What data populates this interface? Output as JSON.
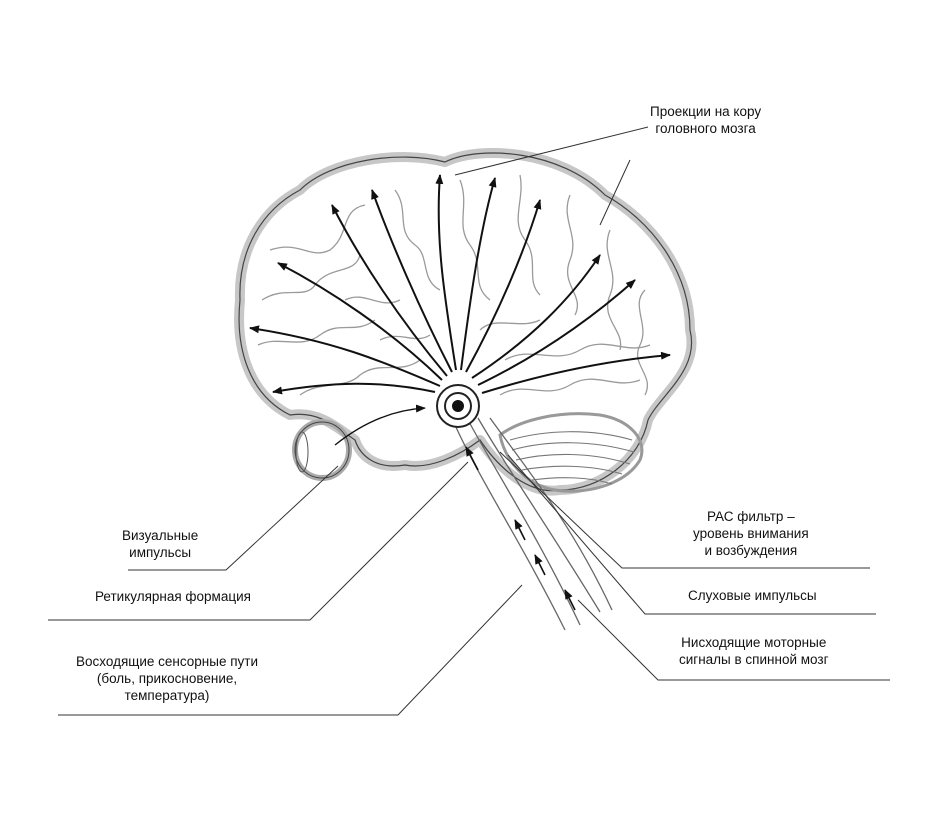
{
  "labels": {
    "cortex_projections": [
      "Проекции на кору",
      "головного мозга"
    ],
    "visual_impulses": [
      "Визуальные",
      "импульсы"
    ],
    "reticular_formation": [
      "Ретикулярная формация"
    ],
    "ascending_sensory": [
      "Восходящие сенсорные пути",
      "(боль, прикосновение,",
      "температура)"
    ],
    "ras_filter": [
      "РАС фильтр –",
      "уровень внимания",
      "и возбуждения"
    ],
    "auditory_impulses": [
      "Слуховые импульсы"
    ],
    "descending_motor": [
      "Нисходящие моторные",
      "сигналы в спинной мозг"
    ]
  },
  "colors": {
    "stroke": "#222222",
    "outline": "#bdbdbd",
    "background": "#ffffff"
  }
}
